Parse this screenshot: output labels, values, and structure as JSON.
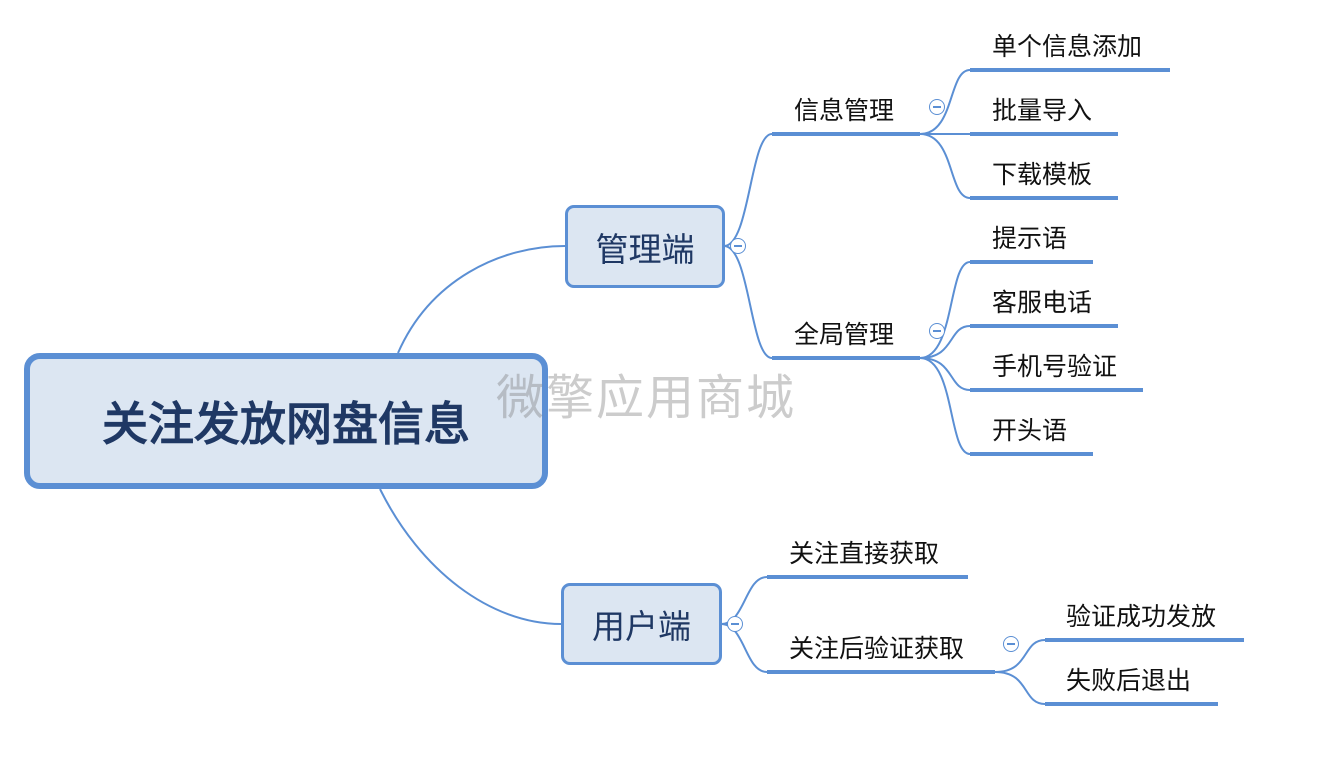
{
  "root": {
    "title": "关注发放网盘信息"
  },
  "watermark": "微擎应用商城",
  "admin": {
    "label": "管理端",
    "info_mgmt": {
      "label": "信息管理",
      "children": [
        "单个信息添加",
        "批量导入",
        "下载模板"
      ]
    },
    "global_mgmt": {
      "label": "全局管理",
      "children": [
        "提示语",
        "客服电话",
        "手机号验证",
        "开头语"
      ]
    }
  },
  "user": {
    "label": "用户端",
    "follow_direct": {
      "label": "关注直接获取"
    },
    "follow_verify": {
      "label": "关注后验证获取",
      "children": [
        "验证成功发放",
        "失败后退出"
      ]
    }
  },
  "colors": {
    "line": "#5b8fd4",
    "box_fill": "#dce6f2",
    "box_text": "#1f3864"
  },
  "toggle_icon": "collapse-minus-icon"
}
